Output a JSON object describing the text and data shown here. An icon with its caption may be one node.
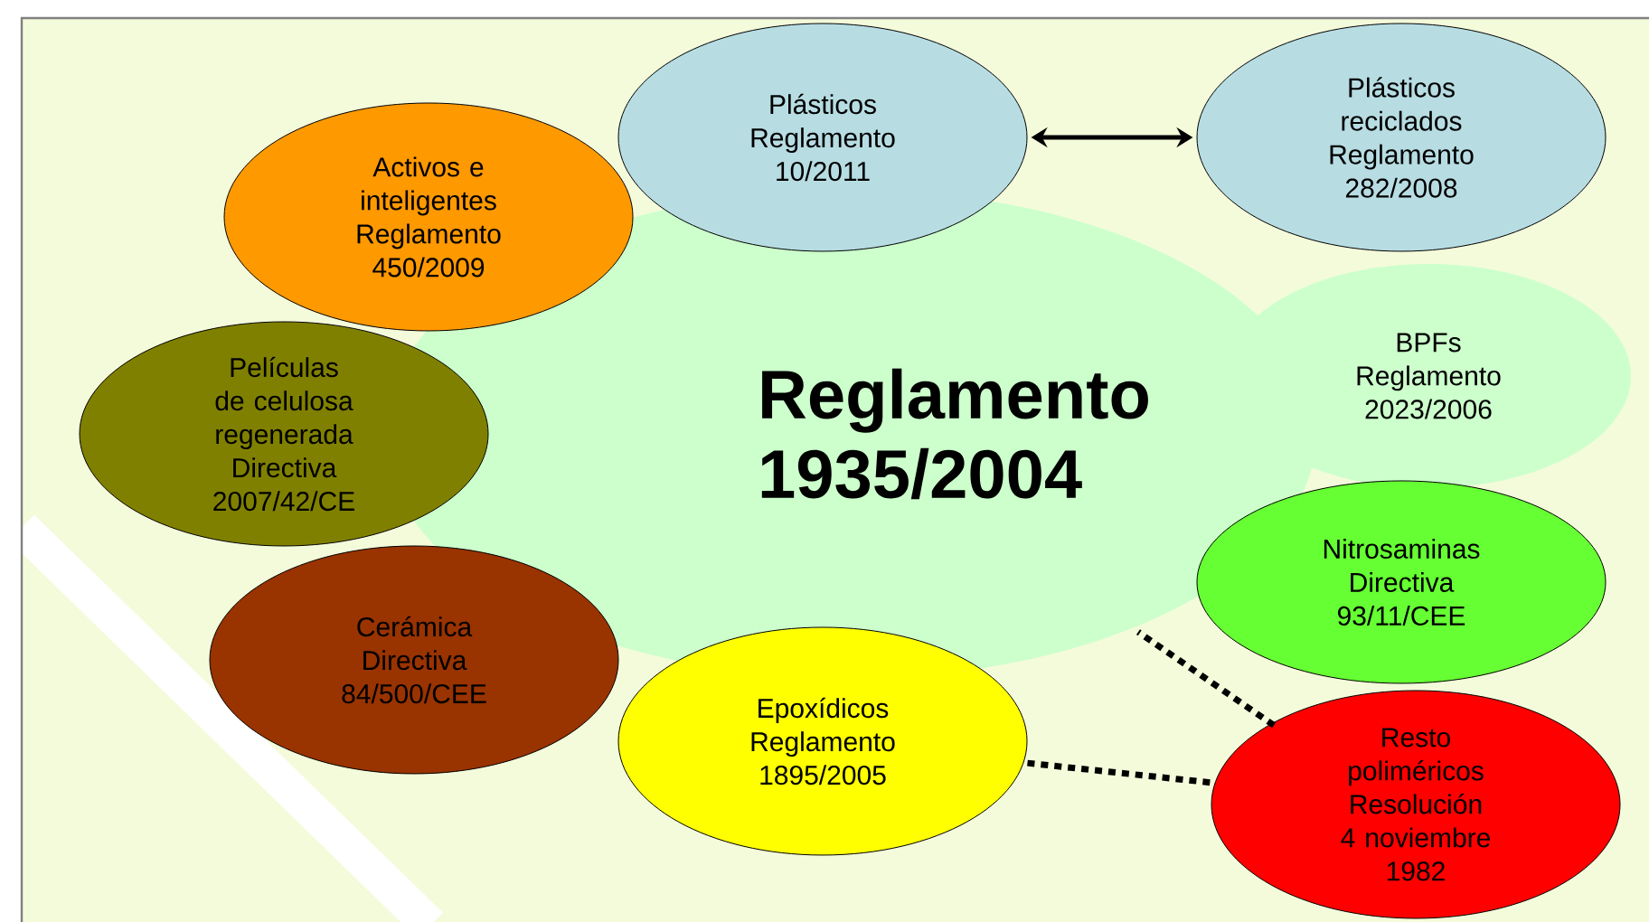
{
  "diagram": {
    "nodes": [
      {
        "text": [
          "Reglamento 1935/2004"
        ]
      },
      {
        "text": [
          "Plásticos",
          "Reglamento",
          "10/2011"
        ]
      },
      {
        "text": [
          "Plásticos reciclados",
          "Reglamento",
          "282/2008"
        ]
      },
      {
        "text": [
          "Activos e inteligentes",
          "Reglamento",
          "450/2009"
        ]
      },
      {
        "text": [
          "Películas de celulosa regenerada",
          "Directiva",
          "2007/42/CE"
        ]
      },
      {
        "text": [
          "BPFs",
          "Reglamento",
          "2023/2006"
        ]
      },
      {
        "text": [
          "Cerámica",
          "Directiva",
          "84/500/CEE"
        ]
      },
      {
        "text": [
          "Nitrosaminas",
          "Directiva",
          "93/11/CEE"
        ]
      },
      {
        "text": [
          "Epoxídicos",
          "Reglamento",
          "1895/2005"
        ]
      },
      {
        "text": [
          "Resto poliméricos",
          "Resolución",
          "4 noviembre 1982"
        ]
      }
    ],
    "edges": [
      {
        "from": 1,
        "to": 2,
        "arrow": "both"
      },
      {
        "from": 8,
        "to": 9,
        "arrow": "none",
        "style": "dashed"
      },
      {
        "from": 9,
        "to": 0,
        "arrow": "none",
        "style": "dashed"
      }
    ]
  }
}
